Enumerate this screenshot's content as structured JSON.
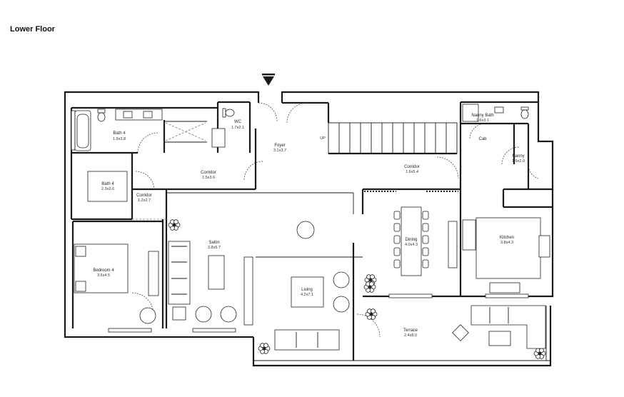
{
  "title": "Lower Floor",
  "rooms": {
    "bath4_top": {
      "name": "Bath 4",
      "dims": "1.9x3.8"
    },
    "wc": {
      "name": "WC",
      "dims": "1.7x2.1"
    },
    "foyer": {
      "name": "Foyer",
      "dims": "3.1x3.7"
    },
    "nanny_bath": {
      "name": "Nanny Bath",
      "dims": "1.6x3.1"
    },
    "cab": {
      "name": "Cab",
      "dims": ""
    },
    "nanny": {
      "name": "Nanny",
      "dims": "1.9x2.0"
    },
    "corridor_a": {
      "name": "Corridor",
      "dims": "1.5x3.6"
    },
    "corridor_b": {
      "name": "Corridor",
      "dims": "1.6x5.4"
    },
    "bath4_mid": {
      "name": "Bath 4",
      "dims": "2.3x2.6"
    },
    "corridor_c": {
      "name": "Corridor",
      "dims": "1.2x2.7"
    },
    "salon": {
      "name": "Salon",
      "dims": "3.8x5.7"
    },
    "dining": {
      "name": "Dining",
      "dims": "4.0x4.3"
    },
    "kitchen": {
      "name": "Kitchen",
      "dims": "3.8x4.3"
    },
    "bedroom4": {
      "name": "Bedroom 4",
      "dims": "3.6x4.5"
    },
    "living": {
      "name": "Living",
      "dims": "4.2x7.1"
    },
    "terrace": {
      "name": "Terrace",
      "dims": "2.4x8.0"
    }
  },
  "stairs_label": "UP"
}
